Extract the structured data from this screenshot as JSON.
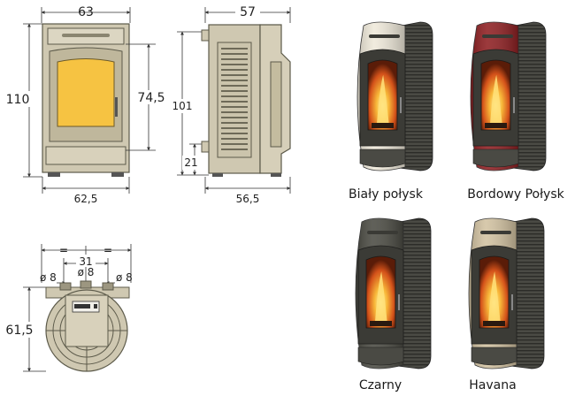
{
  "front_view": {
    "width": "63",
    "height": "110",
    "door_height": "74,5",
    "base_width": "62,5"
  },
  "side_view": {
    "depth": "57",
    "height": "101",
    "low_height": "21",
    "base_depth": "56,5"
  },
  "top_view": {
    "spacing_left": "=",
    "spacing_right": "=",
    "center_distance": "31",
    "pipe_left": "ø 8",
    "pipe_center": "ø 8",
    "pipe_right": "ø 8",
    "depth": "61,5"
  },
  "variants": [
    {
      "name": "Biały połysk",
      "color": "#efe9da"
    },
    {
      "name": "Bordowy Połysk",
      "color": "#8e1f22"
    },
    {
      "name": "Czarny",
      "color": "#4b4b43"
    },
    {
      "name": "Havana",
      "color": "#d2c2a1"
    }
  ],
  "colors": {
    "beige": "#cdc6ae",
    "dark_panel": "#3f3f3a",
    "flame": "#f0a030",
    "glass_yellow": "#f6c342"
  }
}
